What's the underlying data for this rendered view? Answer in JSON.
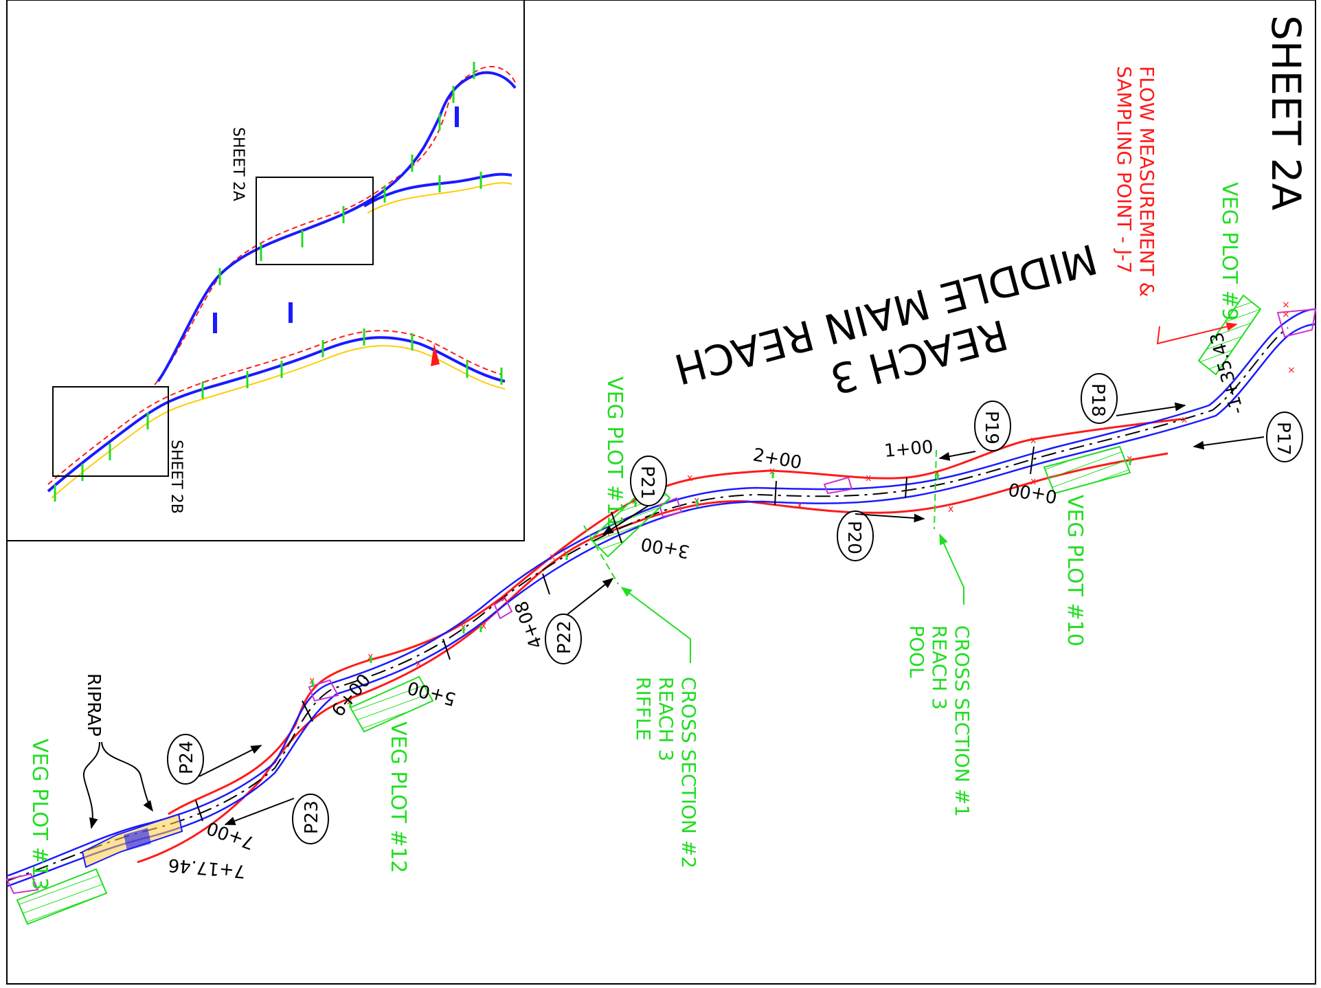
{
  "sheet_title": "SHEET 2A",
  "reach_title": {
    "line1": "MIDDLE MAIN REACH",
    "line2": "REACH 3"
  },
  "flow_point": {
    "line1": "FLOW MEASUREMENT &",
    "line2": "SAMPLING POINT - J-7"
  },
  "veg_plots": {
    "p9": "VEG PLOT #9",
    "p10": "VEG PLOT #10",
    "p11": "VEG PLOT #11",
    "p12": "VEG PLOT #12",
    "p13": "VEG PLOT #13"
  },
  "cross_sections": {
    "xs1": {
      "line1": "CROSS SECTION #1",
      "line2": "REACH 3",
      "line3": "POOL"
    },
    "xs2": {
      "line1": "CROSS SECTION #2",
      "line2": "REACH 3",
      "line3": "RIFFLE"
    }
  },
  "riprap_label": "RIPRAP",
  "stations": {
    "s_neg1": "-1+35.43",
    "s_0": "0+00",
    "s_1": "1+00",
    "s_2": "2+00",
    "s_3": "3+00",
    "s_4": "4+08",
    "s_5": "5+00",
    "s_6": "6+00",
    "s_7": "7+00",
    "s_end": "7+17.46"
  },
  "photo_points": {
    "p17": "P17",
    "p18": "P18",
    "p19": "P19",
    "p20": "P20",
    "p21": "P21",
    "p22": "P22",
    "p23": "P23",
    "p24": "P24"
  },
  "inset": {
    "sheet_2a": "SHEET 2A",
    "sheet_2b": "SHEET 2B"
  },
  "colors": {
    "channel": "#1a1aff",
    "buffer": "#ff1a1a",
    "veg": "#22dd22",
    "bank": "#cc33cc",
    "riprap": "#ffb000",
    "ink": "#000000"
  }
}
